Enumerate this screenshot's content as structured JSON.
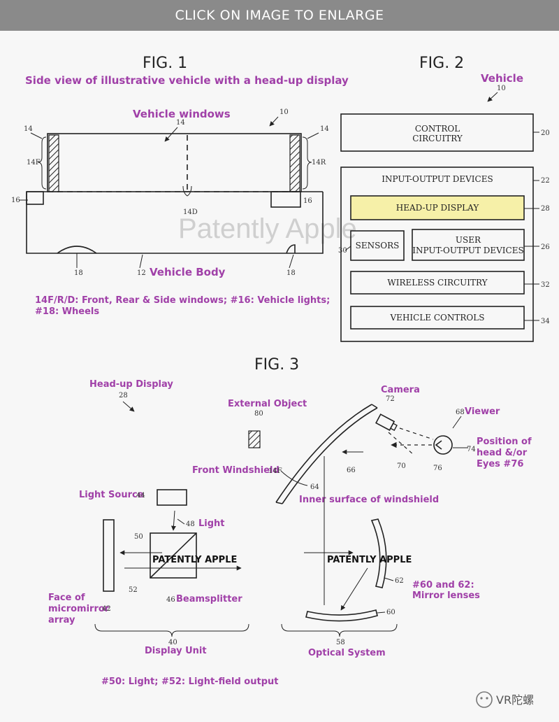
{
  "header": {
    "click_to_enlarge": "CLICK ON IMAGE TO ENLARGE"
  },
  "watermark": {
    "text": "Patently Apple",
    "corner": "VR陀螺"
  },
  "fig1": {
    "title": "FIG. 1",
    "subtitle": "Side view of illustrative vehicle with a head-up display",
    "windows_label": "Vehicle windows",
    "body_label": "Vehicle Body",
    "legend_line1": "14F/R/D: Front, Rear & Side windows; #16: Vehicle lights;",
    "legend_line2": "#18: Wheels",
    "ref_10": "10",
    "ref_14_left": "14",
    "ref_14_center": "14",
    "ref_14_right": "14",
    "ref_14F": "14F",
    "ref_14R": "14R",
    "ref_14D": "14D",
    "ref_16_left": "16",
    "ref_16_right": "16",
    "ref_18_left": "18",
    "ref_18_right": "18",
    "ref_12": "12"
  },
  "fig2": {
    "title": "FIG. 2",
    "vehicle_label": "Vehicle",
    "ref_10": "10",
    "control_line1": "CONTROL",
    "control_line2": "CIRCUITRY",
    "ref_20": "20",
    "io_devices": "INPUT-OUTPUT DEVICES",
    "ref_22": "22",
    "hud": "HEAD-UP DISPLAY",
    "ref_28": "28",
    "sensors": "SENSORS",
    "ref_30": "30",
    "user_io_line1": "USER",
    "user_io_line2": "INPUT-OUTPUT DEVICES",
    "ref_26": "26",
    "wireless": "WIRELESS CIRCUITRY",
    "ref_32": "32",
    "controls": "VEHICLE CONTROLS",
    "ref_34": "34",
    "colors": {
      "hud_fill": "#f6f0a8"
    }
  },
  "fig3": {
    "title": "FIG. 3",
    "hud_label": "Head-up Display",
    "ref_28": "28",
    "external_object": "External Object",
    "ref_80": "80",
    "camera": "Camera",
    "ref_72": "72",
    "viewer": "Viewer",
    "ref_68": "68",
    "position_line1": "Position of",
    "position_line2": "head &/or",
    "position_line3": "Eyes #76",
    "ref_74": "74",
    "ref_76": "76",
    "ref_70": "70",
    "ref_66": "66",
    "front_windshield": "Front Windshield",
    "ref_14F": "14F",
    "ref_64": "64",
    "inner_surface": "Inner surface of windshield",
    "light_source": "Light Source",
    "ref_44": "44",
    "light": "Light",
    "ref_48": "48",
    "ref_50": "50",
    "ref_52": "52",
    "patently_left": "PATENTLY APPLE",
    "patently_right": "PATENTLY APPLE",
    "beamsplitter": "Beamsplitter",
    "ref_46": "46",
    "face_line1": "Face of",
    "face_line2": "micromirror",
    "face_line3": "array",
    "ref_42": "42",
    "mirror_line1": "#60 and 62:",
    "mirror_line2": "Mirror lenses",
    "ref_60": "60",
    "ref_62": "62",
    "ref_40": "40",
    "display_unit": "Display Unit",
    "ref_58": "58",
    "optical_system": "Optical System",
    "footnote": "#50: Light; #52: Light-field output"
  }
}
